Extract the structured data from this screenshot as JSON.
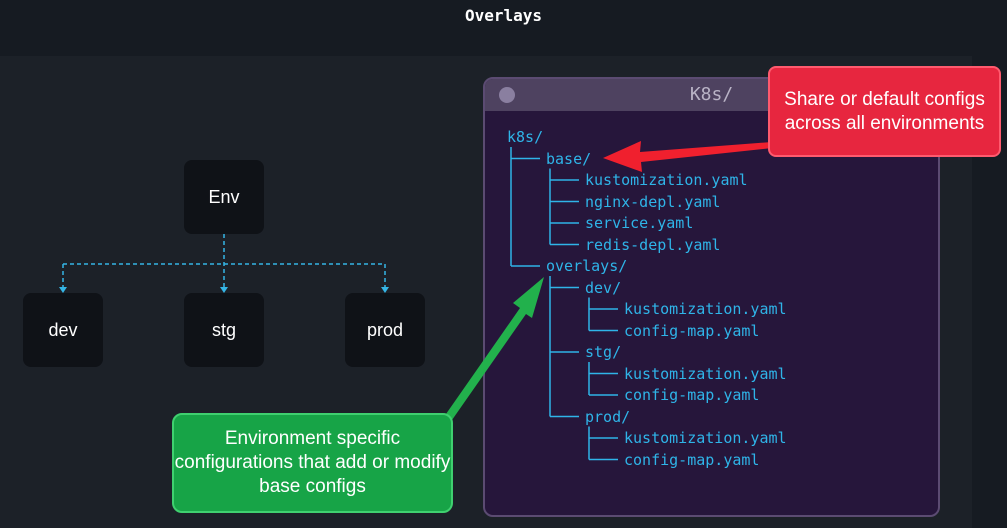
{
  "header": {
    "title": "Overlays"
  },
  "diagram": {
    "root": "Env",
    "children": [
      "dev",
      "stg",
      "prod"
    ]
  },
  "terminal": {
    "title": "K8s/",
    "tree": [
      {
        "indent": 0,
        "text": "k8s/"
      },
      {
        "indent": 1,
        "text": "base/",
        "last": false
      },
      {
        "indent": 2,
        "text": "kustomization.yaml",
        "last": false
      },
      {
        "indent": 2,
        "text": "nginx-depl.yaml",
        "last": false
      },
      {
        "indent": 2,
        "text": "service.yaml",
        "last": false
      },
      {
        "indent": 2,
        "text": "redis-depl.yaml",
        "last": true
      },
      {
        "indent": 1,
        "text": "overlays/",
        "last": true
      },
      {
        "indent": 2,
        "text": "dev/",
        "last": false
      },
      {
        "indent": 3,
        "text": "kustomization.yaml",
        "last": false
      },
      {
        "indent": 3,
        "text": "config-map.yaml",
        "last": true
      },
      {
        "indent": 2,
        "text": "stg/",
        "last": false
      },
      {
        "indent": 3,
        "text": "kustomization.yaml",
        "last": false
      },
      {
        "indent": 3,
        "text": "config-map.yaml",
        "last": true
      },
      {
        "indent": 2,
        "text": "prod/",
        "last": true
      },
      {
        "indent": 3,
        "text": "kustomization.yaml",
        "last": false
      },
      {
        "indent": 3,
        "text": "config-map.yaml",
        "last": true
      }
    ]
  },
  "callouts": {
    "red": "Share or default configs across all environments",
    "green": "Environment specific configurations that add or modify base configs"
  },
  "colors": {
    "background": "#1c2128",
    "node": "#0f1217",
    "connector": "#35b6e6",
    "terminal_bg": "#26163b",
    "tree_text": "#2fb4e8",
    "red_callout": "#e7263f",
    "green_callout": "#17a447"
  }
}
